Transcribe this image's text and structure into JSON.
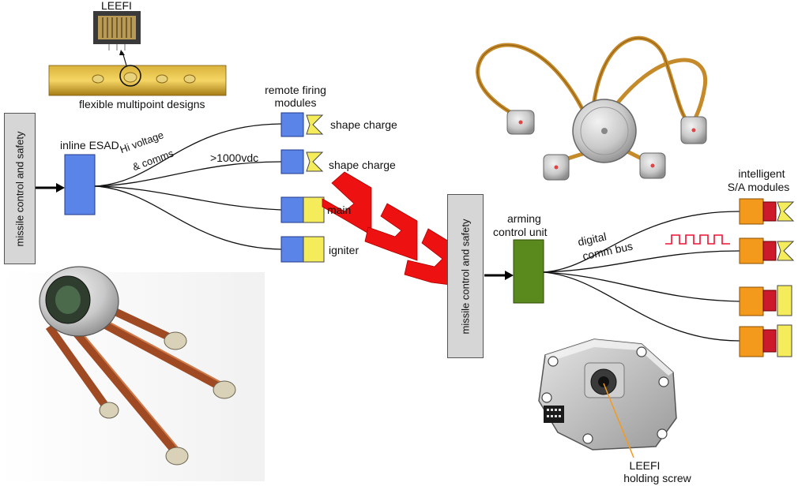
{
  "labels": {
    "leefi_top": "LEEFI",
    "flexible": "flexible multipoint designs",
    "remote_firing": "remote firing",
    "modules": "modules",
    "inline_esad": "inline ESAD",
    "hi_voltage": "Hi voltage",
    "and_comms": "& comms",
    "vdc": ">1000vdc",
    "shape_charge_1": "shape charge",
    "shape_charge_2": "shape charge",
    "main": "main",
    "igniter": "igniter",
    "missile_left": "missile control and safety",
    "missile_right": "missile control and safety",
    "arming_1": "arming",
    "arming_2": "control unit",
    "digital": "digital",
    "comm_bus": "comm bus",
    "intelligent": "intelligent",
    "sa_modules": "S/A modules",
    "leefi_bottom": "LEEFI",
    "holding_screw": "holding screw"
  },
  "colors": {
    "esad_blue": "#5b84e8",
    "module_blue": "#5b84e8",
    "yellow": "#f5ec5b",
    "arming_green": "#5a8a1e",
    "module_orange": "#f39a1d",
    "red_chevron": "#ee1111",
    "grey_box": "#d6d6d6"
  }
}
